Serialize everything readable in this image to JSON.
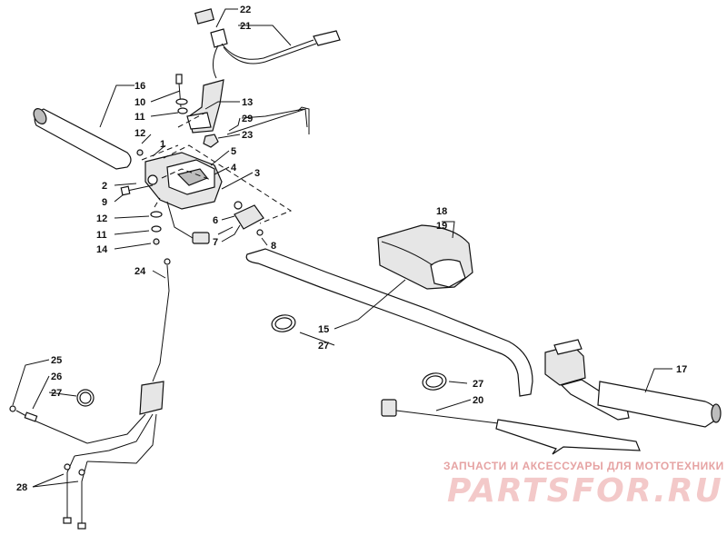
{
  "callouts": [
    {
      "id": "c1",
      "text": "1"
    },
    {
      "id": "c2",
      "text": "2"
    },
    {
      "id": "c3",
      "text": "3"
    },
    {
      "id": "c4",
      "text": "4"
    },
    {
      "id": "c5",
      "text": "5"
    },
    {
      "id": "c6",
      "text": "6"
    },
    {
      "id": "c7",
      "text": "7"
    },
    {
      "id": "c8",
      "text": "8"
    },
    {
      "id": "c9",
      "text": "9"
    },
    {
      "id": "c10",
      "text": "10"
    },
    {
      "id": "c11a",
      "text": "11"
    },
    {
      "id": "c11b",
      "text": "11"
    },
    {
      "id": "c12a",
      "text": "12"
    },
    {
      "id": "c12b",
      "text": "12"
    },
    {
      "id": "c13",
      "text": "13"
    },
    {
      "id": "c14",
      "text": "14"
    },
    {
      "id": "c15",
      "text": "15"
    },
    {
      "id": "c16",
      "text": "16"
    },
    {
      "id": "c17",
      "text": "17"
    },
    {
      "id": "c18",
      "text": "18"
    },
    {
      "id": "c19",
      "text": "19"
    },
    {
      "id": "c20",
      "text": "20"
    },
    {
      "id": "c21",
      "text": "21"
    },
    {
      "id": "c22",
      "text": "22"
    },
    {
      "id": "c23",
      "text": "23"
    },
    {
      "id": "c24",
      "text": "24"
    },
    {
      "id": "c25",
      "text": "25"
    },
    {
      "id": "c26",
      "text": "26"
    },
    {
      "id": "c27a",
      "text": "27"
    },
    {
      "id": "c27b",
      "text": "27"
    },
    {
      "id": "c27c",
      "text": "27"
    },
    {
      "id": "c28",
      "text": "28"
    },
    {
      "id": "c29",
      "text": "29"
    }
  ],
  "watermark": {
    "caption": "ЗАПЧАСТИ И АКСЕССУАРЫ ДЛЯ МОТОТЕХНИКИ",
    "logo": "PARTSFOR.RU",
    "color": "#e6a3a3"
  }
}
